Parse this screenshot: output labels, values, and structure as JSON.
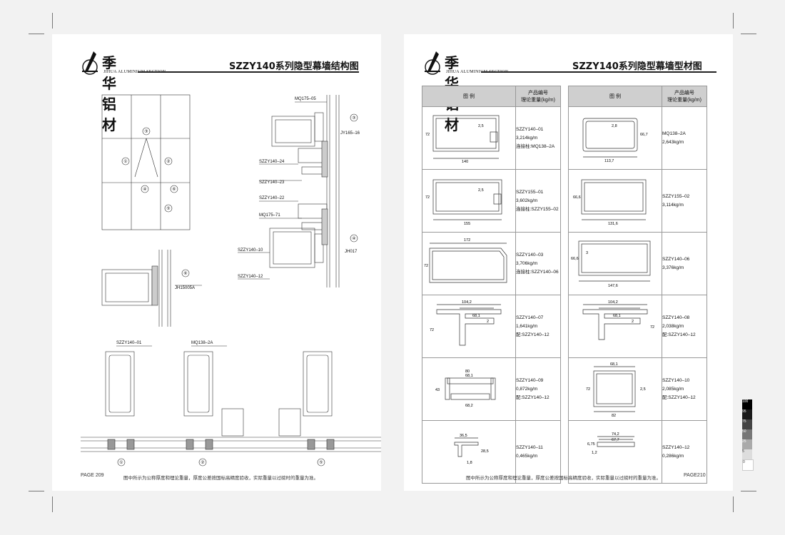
{
  "brand": {
    "cn_name": "季华铝材",
    "en_name": "JIHUA ALUMINIUM SECTION"
  },
  "left_page": {
    "title": "SZZY140系列隐型幕墙结构图",
    "page_number": "PAGE 209",
    "footnote": "图中所示为公称厚度和理论重量，厚度公差按国标高精度验收，实际重量以过磅时的重量为准。",
    "elevation_markers": [
      "③",
      "①",
      "②",
      "④",
      "⑥",
      "⑤"
    ],
    "section_top_labels": [
      "MQ175–05",
      "JY165–16",
      "SZZY140–24",
      "SZZY140–23"
    ],
    "section_mid_labels": [
      "SZZY140–22",
      "MQ175–71",
      "SZZY140–10",
      "JH017",
      "SZZY140–12"
    ],
    "section_circles": [
      "③",
      "④"
    ],
    "detail6_label": "JH15005A",
    "detail6_marker": "⑥",
    "bottom_labels": [
      "SZZY140–01",
      "MQ138–2A"
    ],
    "bottom_markers": [
      "①",
      "②",
      "⑤"
    ]
  },
  "right_page": {
    "title": "SZZY140系列隐型幕墙型材图",
    "page_number": "PAGE210",
    "footnote": "图中所示为公称厚度和理论重量，厚度公差按国标高精度验收，实际重量以过磅时的重量为准。",
    "header": {
      "legend": "图  例",
      "code": "产品编号",
      "weight": "理论重量(kg/m)"
    },
    "left_rows": [
      {
        "code": "SZZY140–01",
        "weight": "3,214kg/m",
        "note": "连接柱:MQ138–2A",
        "dims": [
          "72",
          "140",
          "2,5"
        ]
      },
      {
        "code": "SZZY155–01",
        "weight": "3,602kg/m",
        "note": "连接柱:SZZY155–02",
        "dims": [
          "72",
          "155",
          "2,5"
        ]
      },
      {
        "code": "SZZY140–03",
        "weight": "3,706kg/m",
        "note": "连接柱:SZZY140–06",
        "dims": [
          "172",
          "72"
        ]
      },
      {
        "code": "SZZY140–07",
        "weight": "1,641kg/m",
        "note": "配:SZZY140–12",
        "dims": [
          "104,2",
          "68,1",
          "72",
          "2"
        ]
      },
      {
        "code": "SZZY140–09",
        "weight": "0,872kg/m",
        "note": "配:SZZY140–12",
        "dims": [
          "80",
          "68,1",
          "43",
          "68,2"
        ]
      },
      {
        "code": "SZZY140–11",
        "weight": "0,465kg/m",
        "note": "",
        "dims": [
          "36,5",
          "28,5",
          "1,8"
        ]
      }
    ],
    "right_rows": [
      {
        "code": "MQ138–2A",
        "weight": "2,643kg/m",
        "note": "",
        "dims": [
          "2,8",
          "66,7",
          "113,7"
        ]
      },
      {
        "code": "SZZY155–02",
        "weight": "3,114kg/m",
        "note": "",
        "dims": [
          "66,6",
          "131,6"
        ]
      },
      {
        "code": "SZZY140–06",
        "weight": "3,376kg/m",
        "note": "",
        "dims": [
          "66,6",
          "3",
          "147,6"
        ]
      },
      {
        "code": "SZZY140–08",
        "weight": "2,038kg/m",
        "note": "配:SZZY140–12",
        "dims": [
          "104,2",
          "68,1",
          "72",
          "2"
        ]
      },
      {
        "code": "SZZY140–10",
        "weight": "2,085kg/m",
        "note": "配:SZZY140–12",
        "dims": [
          "68,1",
          "72",
          "2,5",
          "82"
        ]
      },
      {
        "code": "SZZY140–12",
        "weight": "0,286kg/m",
        "note": "",
        "dims": [
          "74,2",
          "67,7",
          "6,75",
          "1,2"
        ]
      }
    ]
  },
  "color_bar": {
    "labels": [
      "100",
      "95",
      "75",
      "50",
      "25",
      "5",
      "0"
    ],
    "colors": [
      "#000000",
      "#1a1a1a",
      "#444444",
      "#777777",
      "#aaaaaa",
      "#dddddd",
      "#ffffff"
    ]
  }
}
